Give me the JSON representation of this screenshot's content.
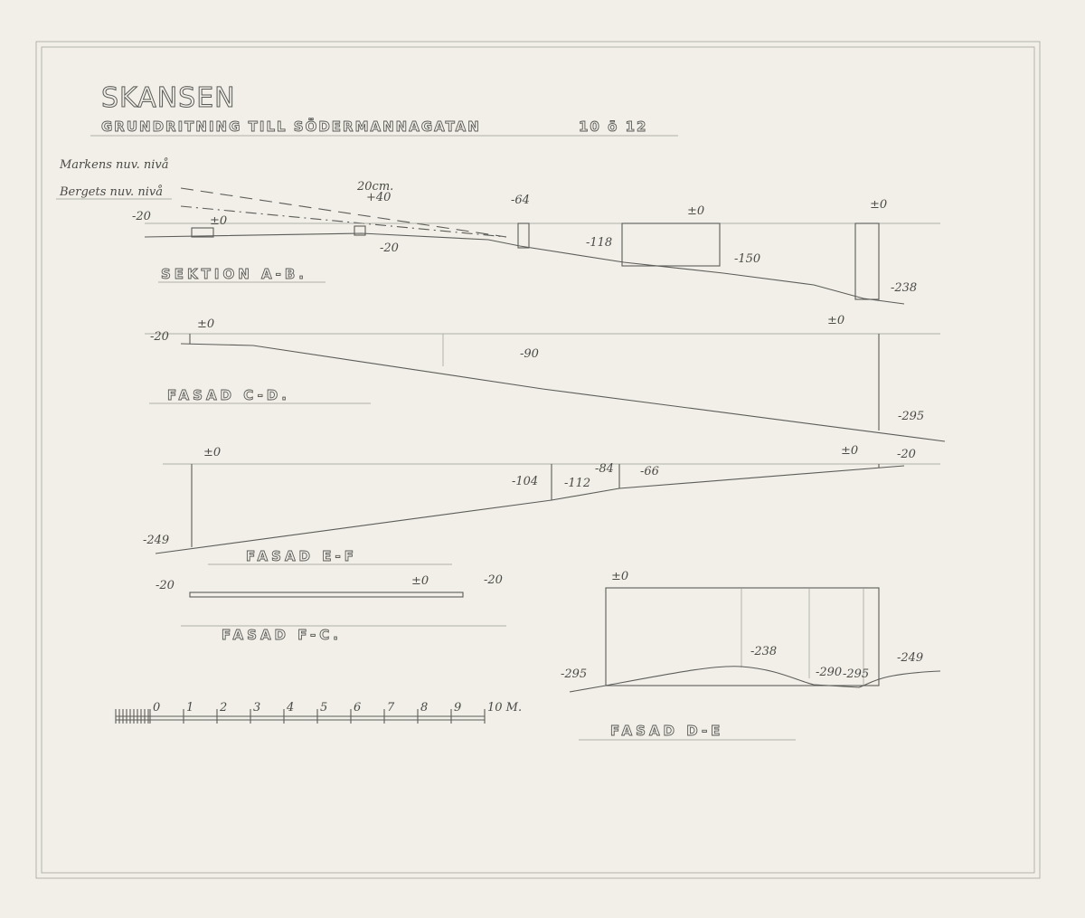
{
  "title": "SKANSEN",
  "subtitle": "GRUNDRITNING TILL SÖDERMANNAGATAN",
  "subtitle_number": "10 ō 12",
  "legend": {
    "ground_level": "Markens nuv. nivå",
    "rock_level": "Bergets nuv. nivå"
  },
  "sections": {
    "ab": {
      "label": "SEKTION A-B.",
      "levels": [
        "-20",
        "±0",
        "20cm.",
        "+40",
        "-20",
        "-64",
        "-118",
        "±0",
        "-150",
        "±0",
        "-238"
      ]
    },
    "cd": {
      "label": "FASAD C-D.",
      "levels": [
        "-20",
        "±0",
        "-90",
        "±0",
        "-295"
      ]
    },
    "ef": {
      "label": "FASAD E-F",
      "levels": [
        "±0",
        "-249",
        "-104",
        "-112",
        "-84",
        "-66",
        "±0",
        "-20"
      ]
    },
    "fc": {
      "label": "FASAD F-C.",
      "levels": [
        "-20",
        "±0",
        "-20"
      ]
    },
    "de": {
      "label": "FASAD D-E",
      "levels": [
        "±0",
        "-295",
        "-238",
        "-290",
        "-295",
        "-249"
      ]
    }
  },
  "scale": {
    "ticks": [
      "0",
      "1",
      "2",
      "3",
      "4",
      "5",
      "6",
      "7",
      "8",
      "9",
      "10 M."
    ]
  }
}
